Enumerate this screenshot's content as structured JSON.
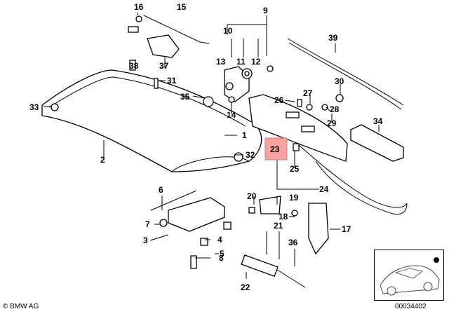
{
  "diagram": {
    "callouts": [
      "16",
      "15",
      "9",
      "10",
      "39",
      "13",
      "11",
      "12",
      "38",
      "37",
      "31",
      "35",
      "14",
      "30",
      "26",
      "27",
      "28",
      "29",
      "33",
      "1",
      "34",
      "2",
      "32",
      "23",
      "25",
      "24",
      "20",
      "19",
      "6",
      "18",
      "17",
      "7",
      "3",
      "21",
      "4",
      "36",
      "5",
      "8",
      "22"
    ],
    "highlighted_callout": "23",
    "highlight_color": "#f7a1a1"
  },
  "footer": {
    "copyright": "© BMW AG",
    "document_number": "00034402"
  }
}
